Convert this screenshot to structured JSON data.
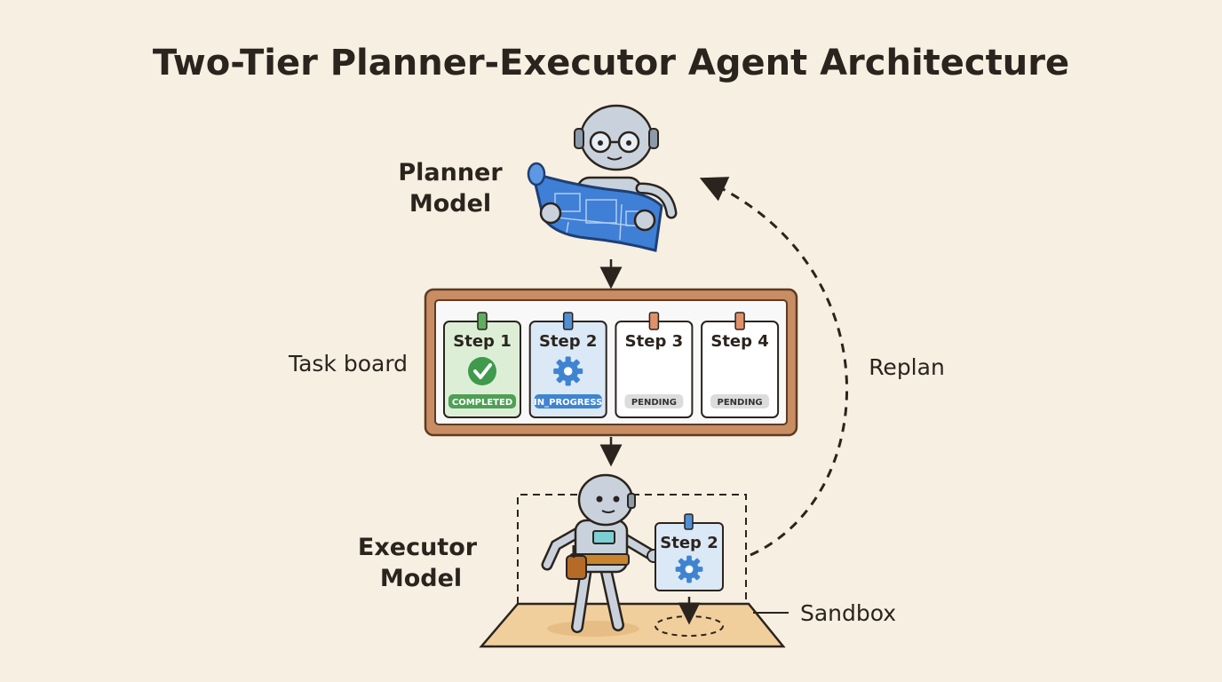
{
  "title": "Two-Tier Planner-Executor Agent Architecture",
  "planner": {
    "line1": "Planner",
    "line2": "Model"
  },
  "executor": {
    "line1": "Executor",
    "line2": "Model"
  },
  "task_board": {
    "label": "Task board",
    "steps": [
      {
        "title": "Step 1",
        "status": "COMPLETED",
        "icon": "checkmark-icon",
        "pin": "#5fae5f",
        "card_bg": "#dcefd6",
        "badge_bg": "#4f9f55",
        "badge_fg": "#ffffff"
      },
      {
        "title": "Step 2",
        "status": "IN_PROGRESS",
        "icon": "gear-icon",
        "pin": "#4f8fd6",
        "card_bg": "#dbe8f6",
        "badge_bg": "#3f84d1",
        "badge_fg": "#ffffff"
      },
      {
        "title": "Step 3",
        "status": "PENDING",
        "icon": "",
        "pin": "#e0916a",
        "card_bg": "#ffffff",
        "badge_bg": "#dcdcdc",
        "badge_fg": "#333333"
      },
      {
        "title": "Step 4",
        "status": "PENDING",
        "icon": "",
        "pin": "#e0916a",
        "card_bg": "#ffffff",
        "badge_bg": "#dcdcdc",
        "badge_fg": "#333333"
      }
    ]
  },
  "replan_label": "Replan",
  "sandbox_label": "Sandbox",
  "current_task_card": {
    "title": "Step 2",
    "icon": "gear-icon"
  },
  "colors": {
    "background": "#f7efe1",
    "board_frame": "#c98d63",
    "sandbox_floor": "#f1cf9c",
    "text": "#2b241e"
  }
}
